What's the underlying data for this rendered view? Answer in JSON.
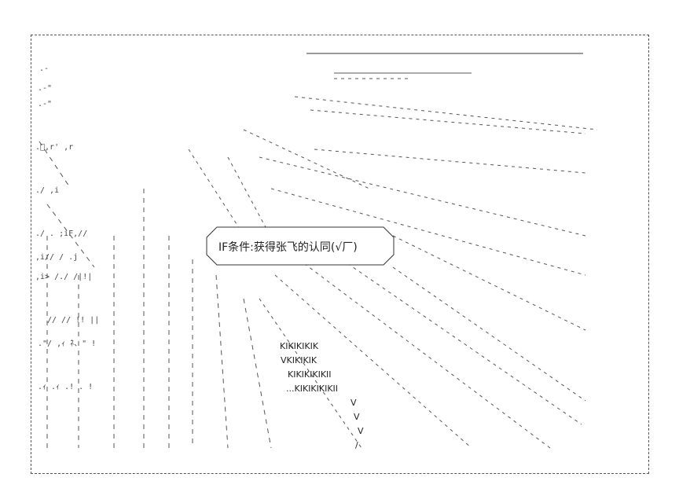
{
  "condition_label": "IF条件:获得张飞的认同(√厂)",
  "sound_effects": [
    "KIKIKIKIK",
    "VKIKIKIK",
    "KIKIKIKIKII",
    "...KIKIKIKIKII"
  ],
  "v_marks": [
    "V",
    "V",
    "V",
    "/"
  ]
}
